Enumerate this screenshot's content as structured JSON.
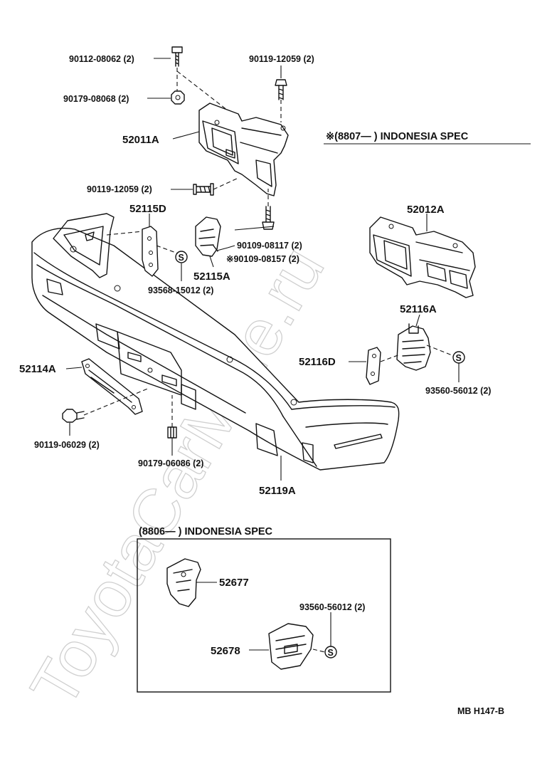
{
  "watermark": "ToyotaCarMine.ru",
  "labels": {
    "p90112_08062": "90112-08062 (2)",
    "p90179_08068": "90179-08068 (2)",
    "p90119_12059_top": "90119-12059 (2)",
    "p52011A": "52011A",
    "p90119_12059_mid": "90119-12059 (2)",
    "p52115D": "52115D",
    "p90109_08117": "90109-08117 (2)",
    "p90109_08157": "※90109-08157 (2)",
    "p52115A": "52115A",
    "p93568_15012": "93568-15012 (2)",
    "p52012A": "52012A",
    "p52116A": "52116A",
    "p52116D": "52116D",
    "p93560_56012": "93560-56012 (2)",
    "p52114A": "52114A",
    "p90119_06029": "90119-06029 (2)",
    "p90179_06086": "90179-06086 (2)",
    "p52119A": "52119A",
    "p52677": "52677",
    "p52678": "52678",
    "p93560_56012_box": "93560-56012 (2)"
  },
  "headers": {
    "spec_8807": "※(8807—          ) INDONESIA SPEC",
    "spec_8806": "(8806—          ) INDONESIA SPEC"
  },
  "footer": "MB  H147-B",
  "symbols": {
    "s_mark": "S"
  }
}
